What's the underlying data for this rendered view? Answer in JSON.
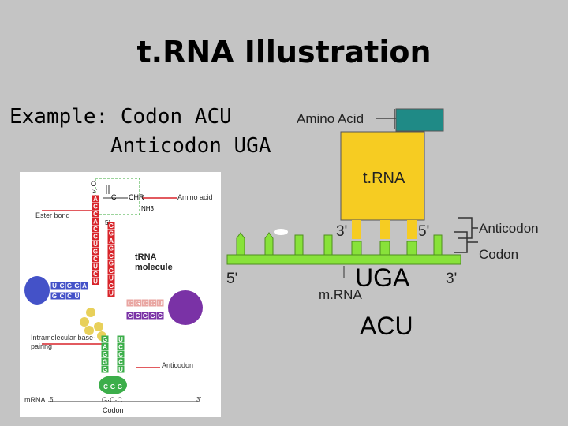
{
  "title": "t.RNA Illustration",
  "example": {
    "line1": "Example: Codon ACU",
    "line2": "Anticodon UGA"
  },
  "right_diagram": {
    "amino_acid": "Amino Acid",
    "trna": "t.RNA",
    "three_prime_top": "3'",
    "five_prime_top": "5'",
    "anticodon": "Anticodon",
    "codon": "Codon",
    "five_prime_bottom": "5'",
    "three_prime_bottom": "3'",
    "mrna": "m.RNA",
    "anticodon_seq": "UGA",
    "codon_seq": "ACU"
  },
  "trna_molecule": {
    "three_prime": "3'",
    "five_prime": "5'",
    "ester_bond": "Ester bond",
    "amino_acid": "Amino acid",
    "o": "O",
    "c": "C",
    "chr": "CHR",
    "nh3": "NH3",
    "trna_molecule": "tRNA molecule",
    "intramolecular": "Intramolecular base-pairing",
    "anticodon": "Anticodon",
    "mrna": "mRNA",
    "codon": "Codon",
    "mrna_5": "5'",
    "mrna_3": "3'",
    "codon_letters": "G·C·C",
    "acceptor_stem": [
      "A",
      "C",
      "C",
      "A",
      "C",
      "C",
      "U",
      "G",
      "C",
      "U",
      "C",
      "U"
    ],
    "acceptor_stem_right": [
      "G",
      "G",
      "A",
      "G",
      "C",
      "G",
      "G",
      "U",
      "G",
      "U"
    ],
    "d_arm": [
      "U",
      "C",
      "G",
      "G",
      "A"
    ],
    "d_arm_pair": [
      "G",
      "C",
      "C",
      "U"
    ],
    "t_arm": [
      "C",
      "G",
      "C",
      "C",
      "U"
    ],
    "t_arm_pair": [
      "G",
      "C",
      "G",
      "G",
      "C"
    ],
    "anticodon_stem_left": [
      "G",
      "A",
      "G",
      "G",
      "G"
    ],
    "anticodon_stem_right": [
      "U",
      "C",
      "C",
      "C",
      "U"
    ],
    "anticodon_loop": [
      "C",
      "G",
      "G"
    ]
  },
  "colors": {
    "background": "#c4c4c4",
    "trna_box": "#f6cc22",
    "amino_acid_box": "#1f8a86",
    "mrna_bar": "#88e23a",
    "acceptor_red": "#d8242a",
    "d_arm_blue": "#4452c8",
    "t_arm_purple": "#7a32a6",
    "anticodon_green": "#3cae4a",
    "yellow_bases": "#e8d05a",
    "pink_bases": "#e9a6a2"
  }
}
